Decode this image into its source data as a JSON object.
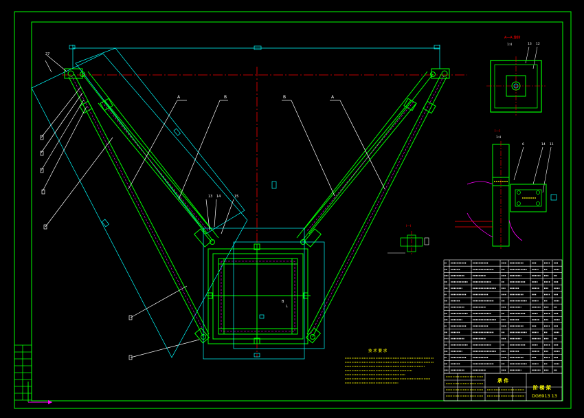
{
  "drawing": {
    "section_a_title": "A—A 旋转",
    "section_a_scale": "1:4",
    "section_b_title": "I—I",
    "section_b_scale": "1:4",
    "detail_title": "I—I",
    "callout_letters_left": [
      "A",
      "B"
    ],
    "callout_letters_right": [
      "B",
      "A"
    ],
    "part_numbers_top_left": [
      "27",
      "13",
      "14",
      "15"
    ],
    "part_numbers_section_a": [
      "13",
      "12"
    ],
    "part_numbers_section_b": [
      "6",
      "14",
      "11"
    ],
    "center_labels": [
      "B",
      "L"
    ],
    "tech_requirements_title": "技 术 要 求"
  },
  "title_block": {
    "name_left": "承 件",
    "name_right": "阶 梯 架",
    "drawing_no": "DG6913 13"
  },
  "colors": {
    "background": "#000000",
    "frame": "#00ff00",
    "structure": "#00ff00",
    "centerline": "#ff0000",
    "dimension": "#00ffff",
    "leader": "#ffffff",
    "hidden": "#ff00ff",
    "text": "#ffff00",
    "axis_x": "#ff00ff",
    "axis_y": "#00ff00"
  }
}
